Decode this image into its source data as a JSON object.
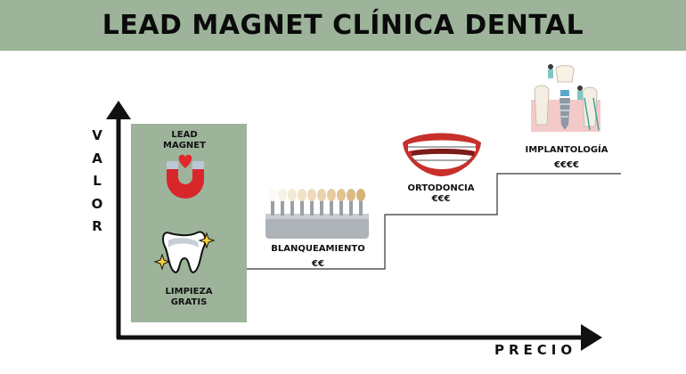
{
  "title": "LEAD MAGNET CLÍNICA DENTAL",
  "axes": {
    "y_label": [
      "V",
      "A",
      "L",
      "O",
      "R"
    ],
    "x_label": "PRECIO"
  },
  "lead_magnet": {
    "label_line1": "LEAD",
    "label_line2": "MAGNET",
    "offer_line1": "LIMPIEZA",
    "offer_line2": "GRATIS"
  },
  "steps": [
    {
      "name": "BLANQUEAMIENTO",
      "price": "€€",
      "icon": "teeth-shade-guide-icon"
    },
    {
      "name": "ORTODONCIA",
      "price": "€€€",
      "icon": "braces-smile-icon"
    },
    {
      "name": "IMPLANTOLOGÍA",
      "price": "€€€€",
      "icon": "dental-implant-icon"
    }
  ],
  "colors": {
    "accent": "#9db49b",
    "ink": "#0b0b0b",
    "magnet_red": "#d9262b",
    "lips": "#c8302c"
  }
}
